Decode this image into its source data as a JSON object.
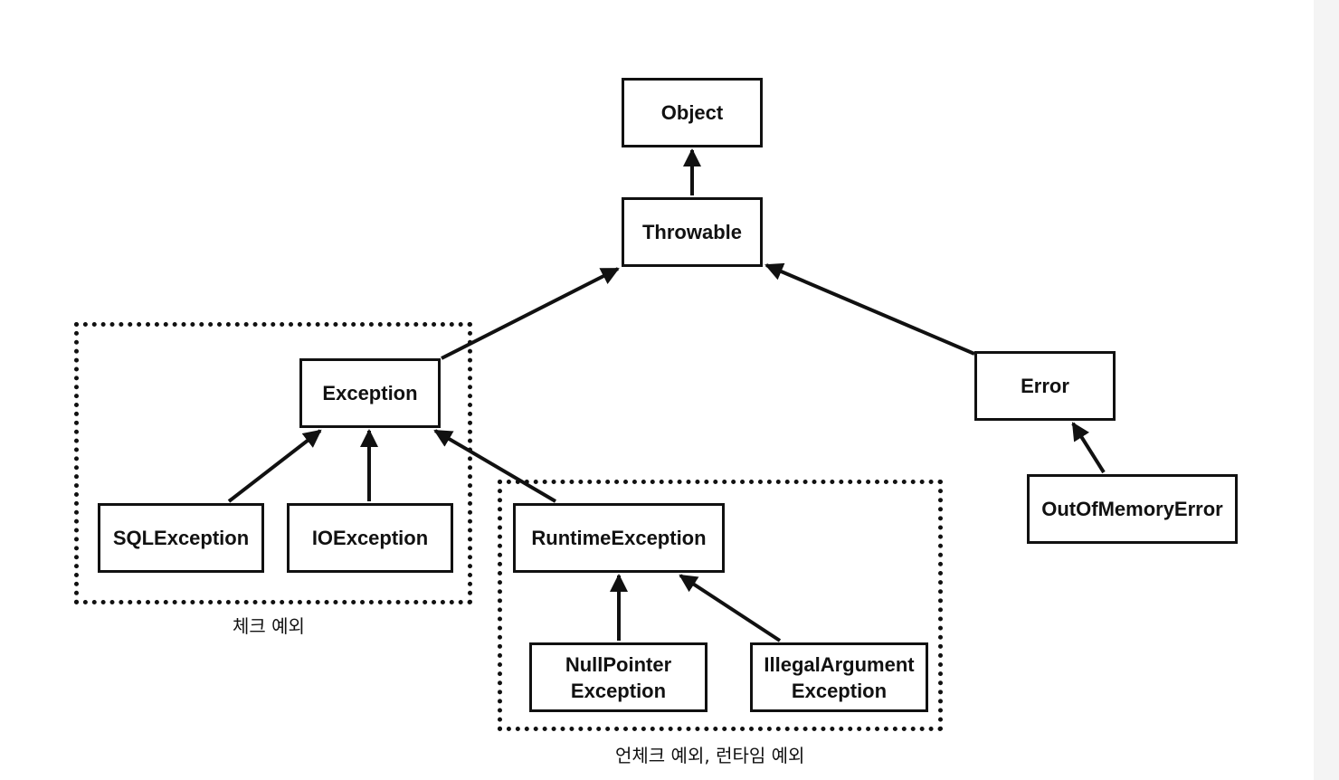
{
  "nodes": {
    "object": "Object",
    "throwable": "Throwable",
    "exception": "Exception",
    "error": "Error",
    "sql_exception": "SQLException",
    "io_exception": "IOException",
    "runtime_exception": "RuntimeException",
    "out_of_memory_error": "OutOfMemoryError",
    "null_pointer_exception": [
      "NullPointer",
      "Exception"
    ],
    "illegal_argument_exception": [
      "IllegalArgument",
      "Exception"
    ]
  },
  "groups": {
    "checked_label": "체크 예외",
    "unchecked_label": "언체크 예외, 런타임 예외"
  },
  "edges": [
    {
      "from": "Throwable",
      "to": "Object"
    },
    {
      "from": "Exception",
      "to": "Throwable"
    },
    {
      "from": "Error",
      "to": "Throwable"
    },
    {
      "from": "SQLException",
      "to": "Exception"
    },
    {
      "from": "IOException",
      "to": "Exception"
    },
    {
      "from": "RuntimeException",
      "to": "Exception"
    },
    {
      "from": "OutOfMemoryError",
      "to": "Error"
    },
    {
      "from": "NullPointerException",
      "to": "RuntimeException"
    },
    {
      "from": "IllegalArgumentException",
      "to": "RuntimeException"
    }
  ]
}
